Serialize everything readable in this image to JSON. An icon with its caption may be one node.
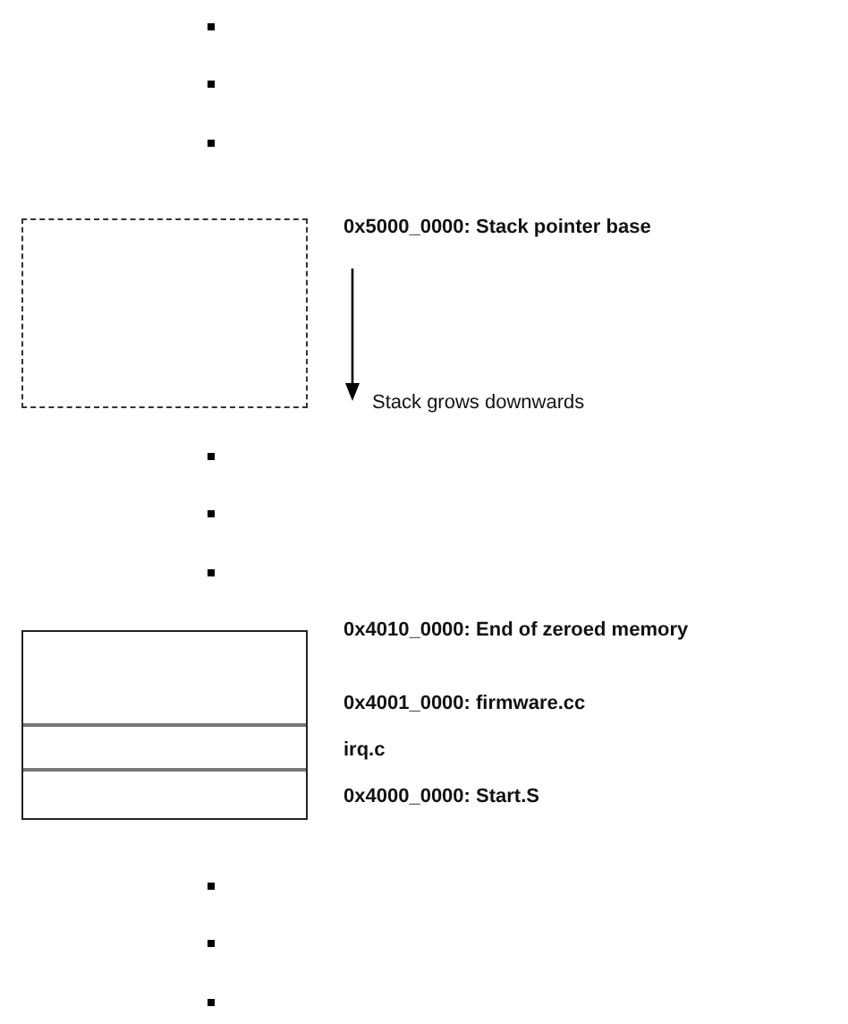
{
  "diagram": {
    "nodes": [
      {
        "text": [],
        "shape": "box"
      },
      {
        "text": [],
        "shape": "box"
      }
    ],
    "edges": [],
    "labels": [
      "0x5000_0000: Stack pointer base",
      "Stack grows downwards",
      "0x4010_0000: End of zeroed memory",
      "0x4001_0000: firmware.cc",
      "irq.c",
      "0x4000_0000: Start.S"
    ]
  }
}
